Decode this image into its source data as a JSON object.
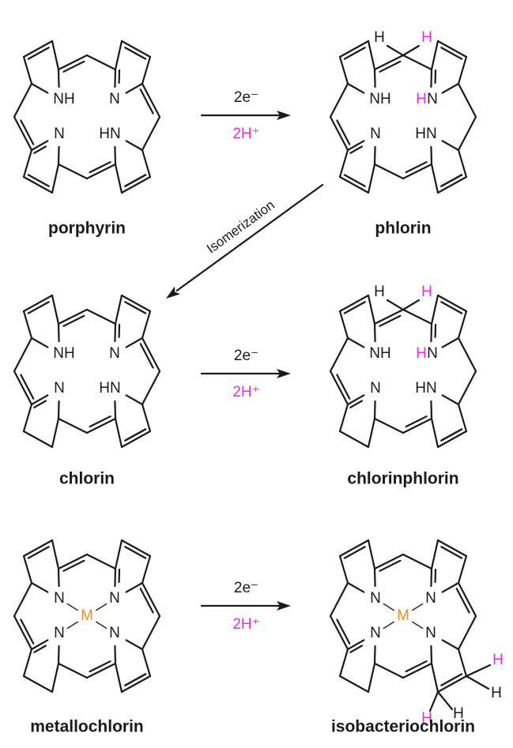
{
  "colors": {
    "ink": "#1a1a1a",
    "magenta": "#e62ee6",
    "orange": "#f28c28"
  },
  "labels": {
    "porphyrin": "porphyrin",
    "phlorin": "phlorin",
    "chlorin": "chlorin",
    "chlorinphlorin": "chlorinphlorin",
    "metallochlorin": "metallochlorin",
    "isobacteriochlorin": "isobacteriochlorin"
  },
  "reagents": {
    "electrons": "2e⁻",
    "protons": "2H⁺"
  },
  "isomerization": "Isomerization",
  "atoms": {
    "nh": "NH",
    "hn": "HN",
    "n": "N",
    "h": "H",
    "metal": "M"
  }
}
